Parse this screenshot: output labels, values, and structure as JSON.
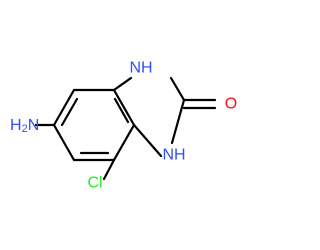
{
  "molecule": {
    "atoms": {
      "n1": {
        "text": "NH",
        "color": "#3050F8"
      },
      "n3": {
        "text": "NH",
        "color": "#3050F8"
      },
      "o": {
        "text": "O",
        "color": "#FF0D0D"
      },
      "cl": {
        "text": "Cl",
        "color": "#1FF01F"
      },
      "nh2": {
        "text": "H",
        "subscript": "2",
        "suffix": "N",
        "color": "#3050F8"
      }
    },
    "bond_color": "#000000"
  }
}
